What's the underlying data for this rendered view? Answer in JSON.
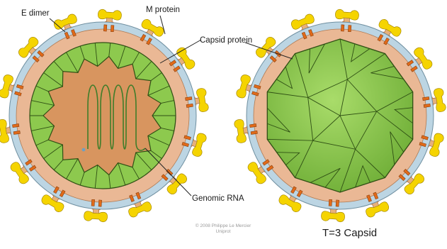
{
  "labels": {
    "e_dimer": "E dimer",
    "m_protein": "M protein",
    "capsid_protein": "Capsid protein",
    "genomic_rna": "Genomic RNA",
    "t3_capsid": "T=3 Capsid"
  },
  "credit": {
    "line1": "© 2008 Philippe Le Mercier",
    "line2": "Uniprot"
  },
  "colors": {
    "envelope_blue": "#bcd5e3",
    "membrane_tan": "#eab895",
    "core_orange": "#d8955f",
    "capsid_green": "#8dc94e",
    "capsid_line": "#2f4f14",
    "e_protein_yellow": "#f5d400",
    "m_protein_orange": "#e06a1a",
    "rna_green": "#3f7d2a"
  }
}
